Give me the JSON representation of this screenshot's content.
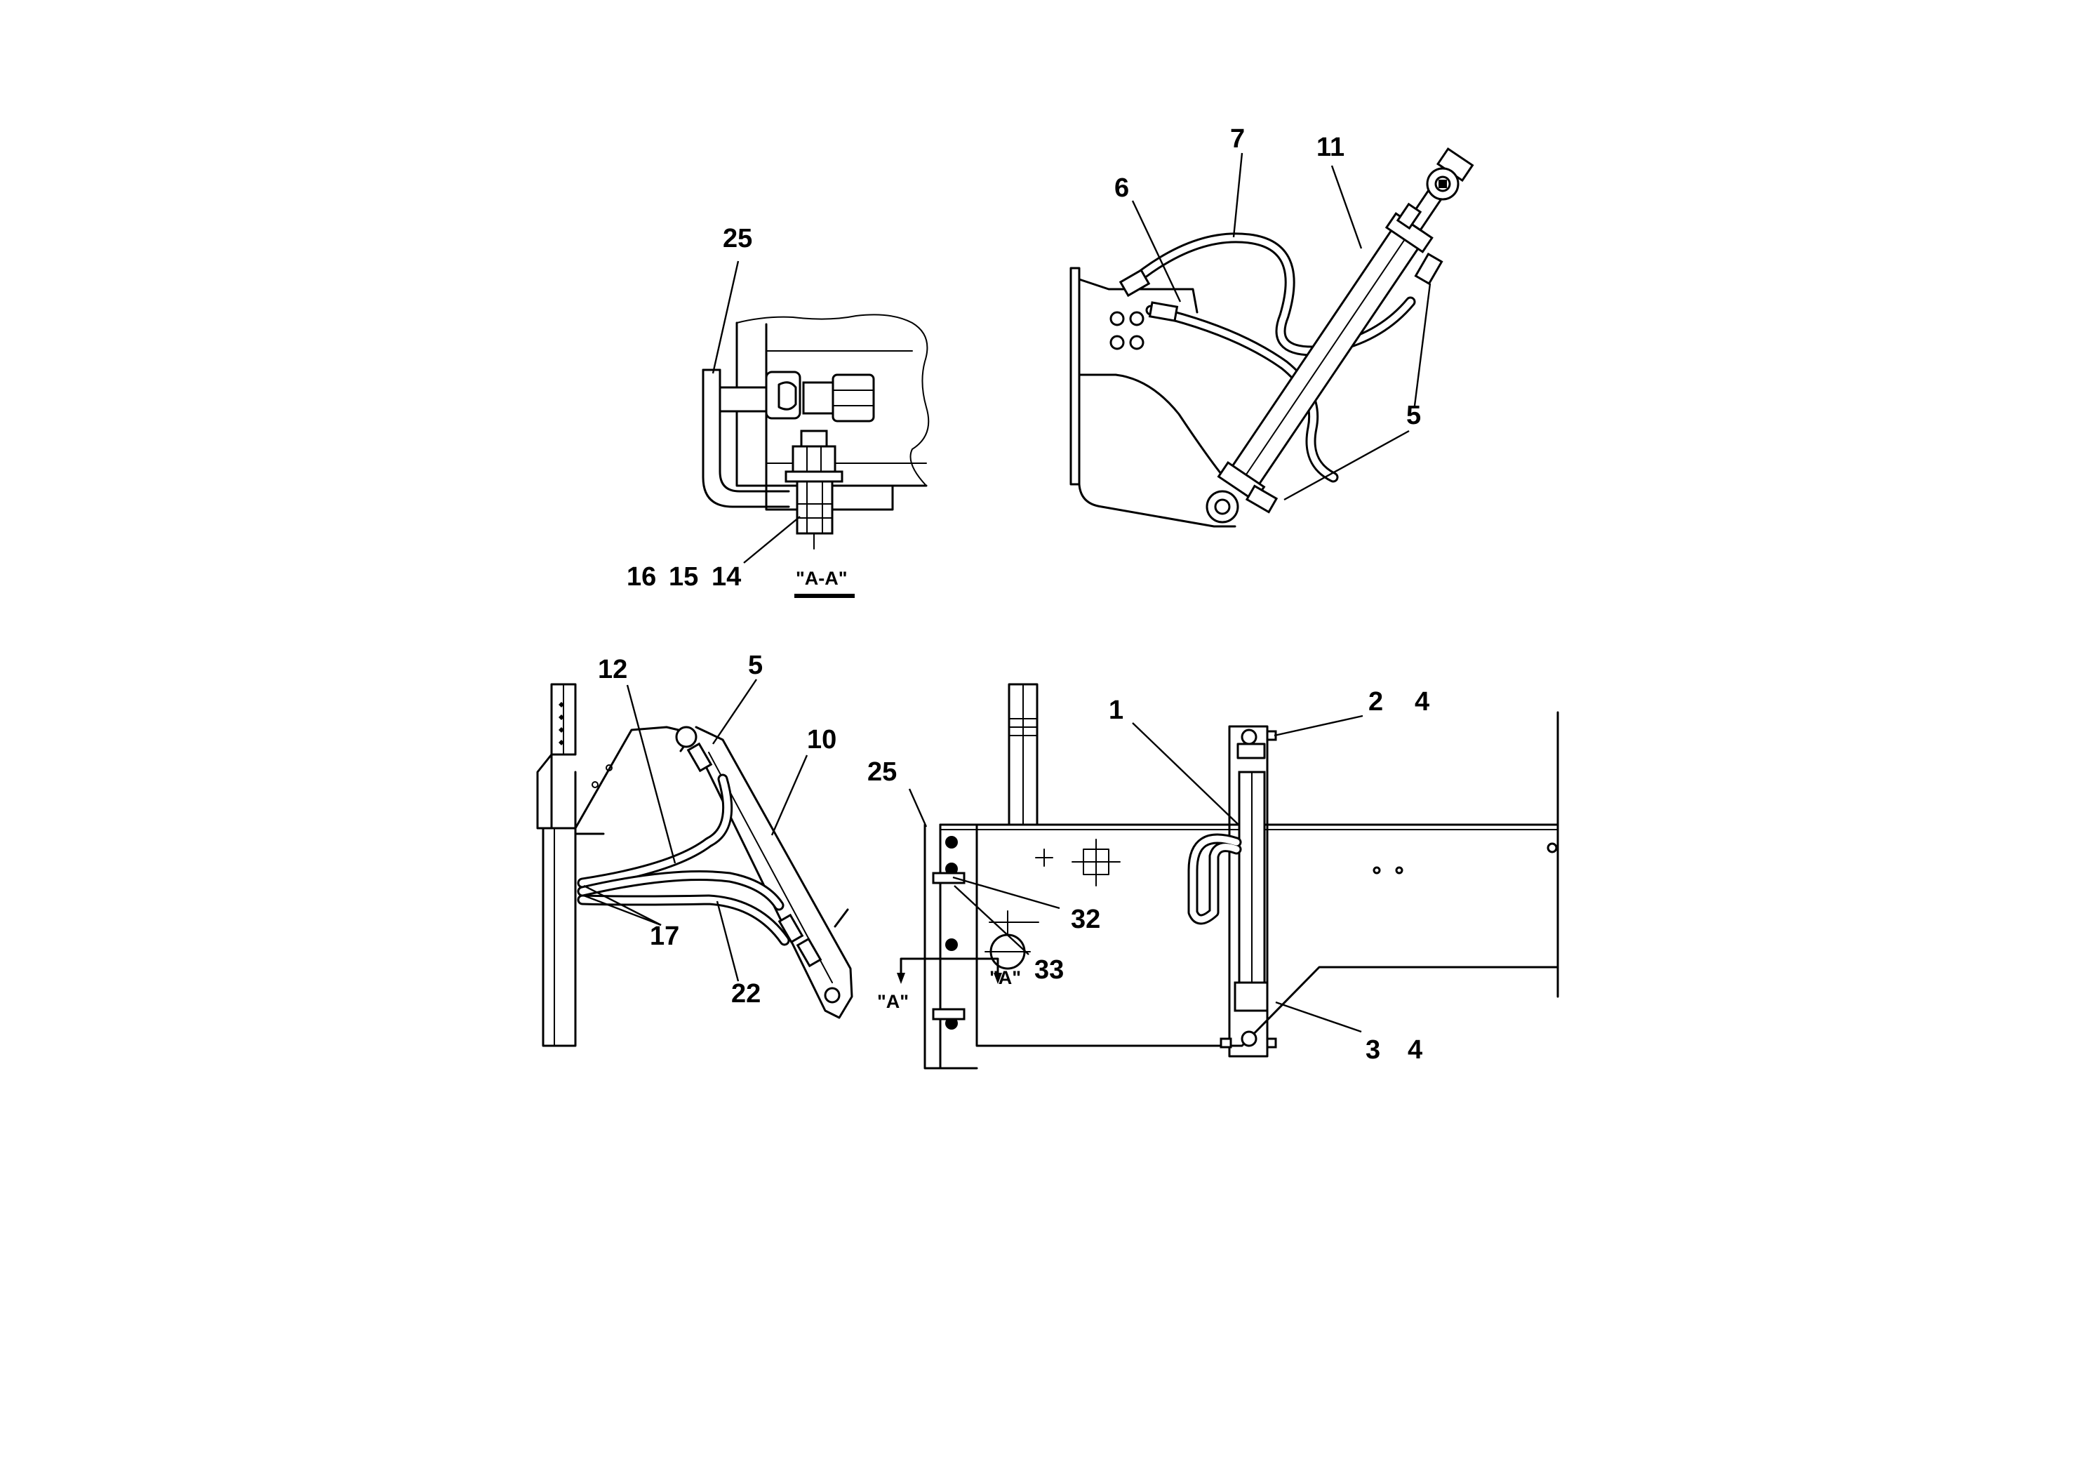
{
  "drawing": {
    "section_view_label": "\"A-A\"",
    "cut_marks": [
      "\"A\"",
      "\"A\""
    ],
    "callouts": {
      "section": [
        "25",
        "16",
        "15",
        "14"
      ],
      "cylinder_detail": [
        "7",
        "11",
        "6",
        "5"
      ],
      "side_view": [
        "12",
        "5",
        "10",
        "17",
        "22"
      ],
      "front_view": [
        "1",
        "2",
        "4",
        "25",
        "32",
        "33",
        "3",
        "4"
      ]
    }
  }
}
